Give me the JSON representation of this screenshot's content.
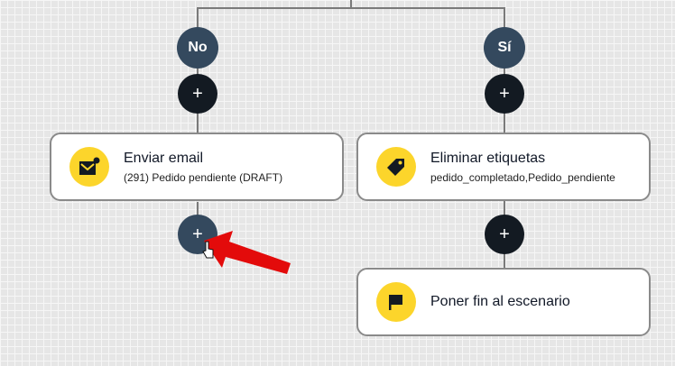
{
  "branches": [
    {
      "label": "No"
    },
    {
      "label": "Sí"
    }
  ],
  "add_button_label": "+",
  "cards": {
    "send_email": {
      "title": "Enviar email",
      "subtitle": "(291) Pedido pendiente (DRAFT)",
      "icon": "mail-icon"
    },
    "remove_tags": {
      "title": "Eliminar etiquetas",
      "subtitle": "pedido_completado,Pedido_pendiente",
      "icon": "tag-icon"
    },
    "end_scenario": {
      "title": "Poner fin al escenario",
      "icon": "flag-icon"
    }
  },
  "colors": {
    "accent": "#fcd52b",
    "branch": "#34495e",
    "dark": "#131a22",
    "arrow": "#e30b0b"
  }
}
